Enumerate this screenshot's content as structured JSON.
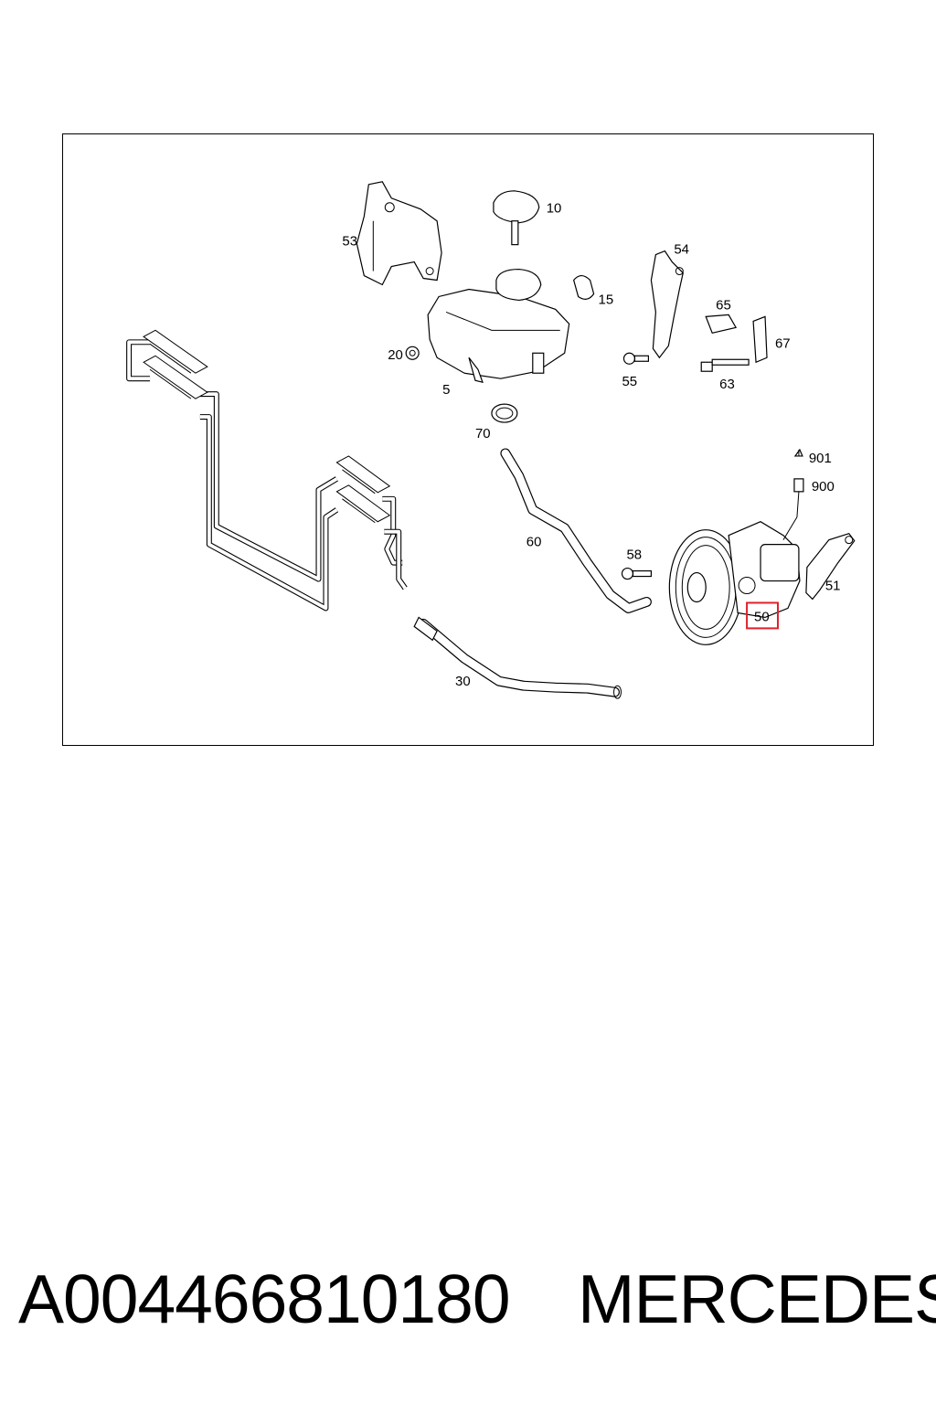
{
  "diagram": {
    "callouts": {
      "c53": "53",
      "c10": "10",
      "c54": "54",
      "c65": "65",
      "c67": "67",
      "c15": "15",
      "c20": "20",
      "c5": "5",
      "c55": "55",
      "c63": "63",
      "c70": "70",
      "c901": "901",
      "c900": "900",
      "c60": "60",
      "c58": "58",
      "c51": "51",
      "c50": "50",
      "c30": "30"
    },
    "highlight_color": "#e0202a"
  },
  "footer": {
    "part_number": "A004466810180",
    "brand": "MERCEDES"
  }
}
